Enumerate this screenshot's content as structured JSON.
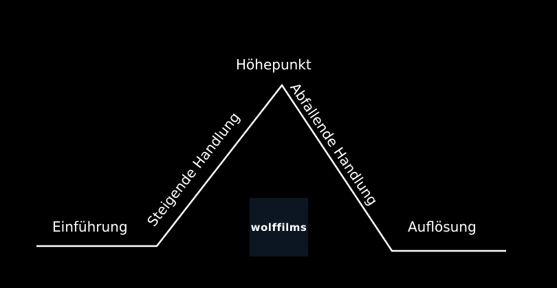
{
  "diagram": {
    "title": "Freytag's pyramid (German)",
    "stages": {
      "exposition": "Einführung",
      "rising": "Steigende Handlung",
      "climax": "Höhepunkt",
      "falling": "Abfallende Handlung",
      "resolution": "Auflösung"
    },
    "logo_text": "wolffilms",
    "colors": {
      "background": "#000000",
      "line": "#ffffff",
      "logo_bg": "#0c1622"
    }
  }
}
